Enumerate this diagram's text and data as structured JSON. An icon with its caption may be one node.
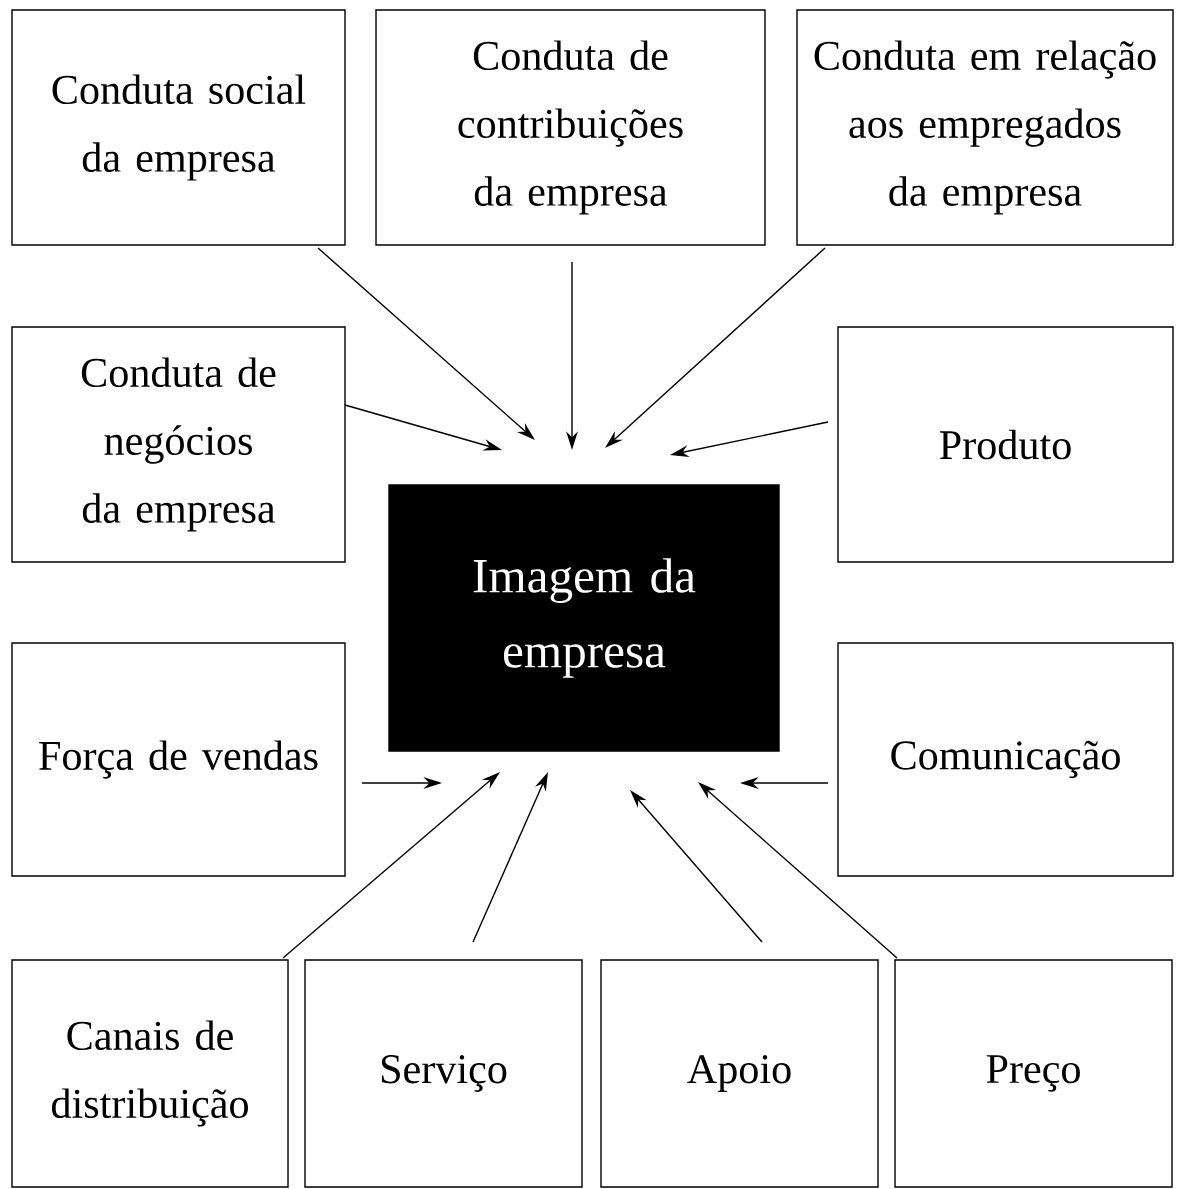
{
  "diagram": {
    "nodes": [
      {
        "text": [
          "Conduta social da empresa"
        ]
      },
      {
        "text": [
          "Conduta de contribuições da empresa"
        ]
      },
      {
        "text": [
          "Conduta em relação aos empregados da empresa"
        ]
      },
      {
        "text": [
          "Conduta de negócios da empresa"
        ]
      },
      {
        "text": [
          "Produto"
        ]
      },
      {
        "text": [
          "Imagem da empresa"
        ]
      },
      {
        "text": [
          "Força de vendas"
        ]
      },
      {
        "text": [
          "Comunicação"
        ]
      },
      {
        "text": [
          "Canais de distribuição"
        ]
      },
      {
        "text": [
          "Serviço"
        ]
      },
      {
        "text": [
          "Apoio"
        ]
      },
      {
        "text": [
          "Preço"
        ]
      }
    ],
    "edges": [
      {
        "from": 0,
        "to": 5,
        "arrow": "to"
      },
      {
        "from": 1,
        "to": 5,
        "arrow": "to"
      },
      {
        "from": 2,
        "to": 5,
        "arrow": "to"
      },
      {
        "from": 3,
        "to": 5,
        "arrow": "to"
      },
      {
        "from": 4,
        "to": 5,
        "arrow": "to"
      },
      {
        "from": 6,
        "to": 5,
        "arrow": "to"
      },
      {
        "from": 7,
        "to": 5,
        "arrow": "to"
      },
      {
        "from": 8,
        "to": 5,
        "arrow": "to"
      },
      {
        "from": 9,
        "to": 5,
        "arrow": "to"
      },
      {
        "from": 10,
        "to": 5,
        "arrow": "to"
      },
      {
        "from": 11,
        "to": 5,
        "arrow": "to"
      }
    ]
  }
}
